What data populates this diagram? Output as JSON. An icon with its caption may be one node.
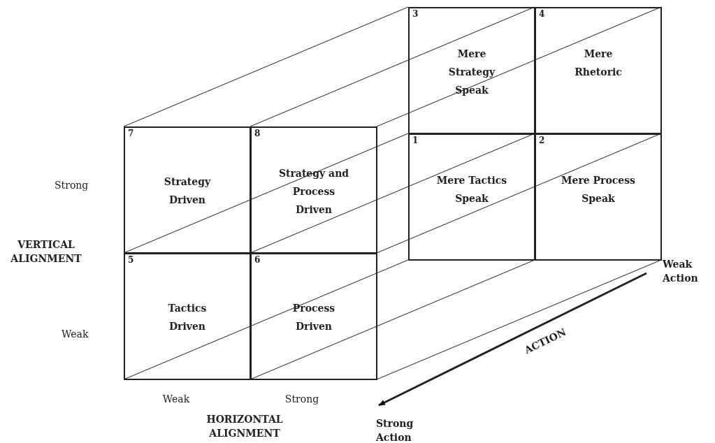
{
  "diagram": {
    "nodes": [
      {
        "text": [
          "3",
          "Mere Strategy Speak"
        ]
      },
      {
        "text": [
          "4",
          "Mere Rhetoric"
        ]
      },
      {
        "text": [
          "7",
          "Strategy Driven"
        ]
      },
      {
        "text": [
          "8",
          "Strategy and Process Driven"
        ]
      },
      {
        "text": [
          "1",
          "Mere Tactics Speak"
        ]
      },
      {
        "text": [
          "2",
          "Mere Process Speak"
        ]
      },
      {
        "text": [
          "5",
          "Tactics Driven"
        ]
      },
      {
        "text": [
          "6",
          "Process Driven"
        ]
      }
    ],
    "edges": [],
    "labels": [
      "Strong",
      "VERTICAL ALIGNMENT",
      "Weak",
      "Weak Action",
      "ACTION",
      "Weak",
      "Strong",
      "Strong Action",
      "HORIZONTAL ALIGNMENT"
    ]
  }
}
